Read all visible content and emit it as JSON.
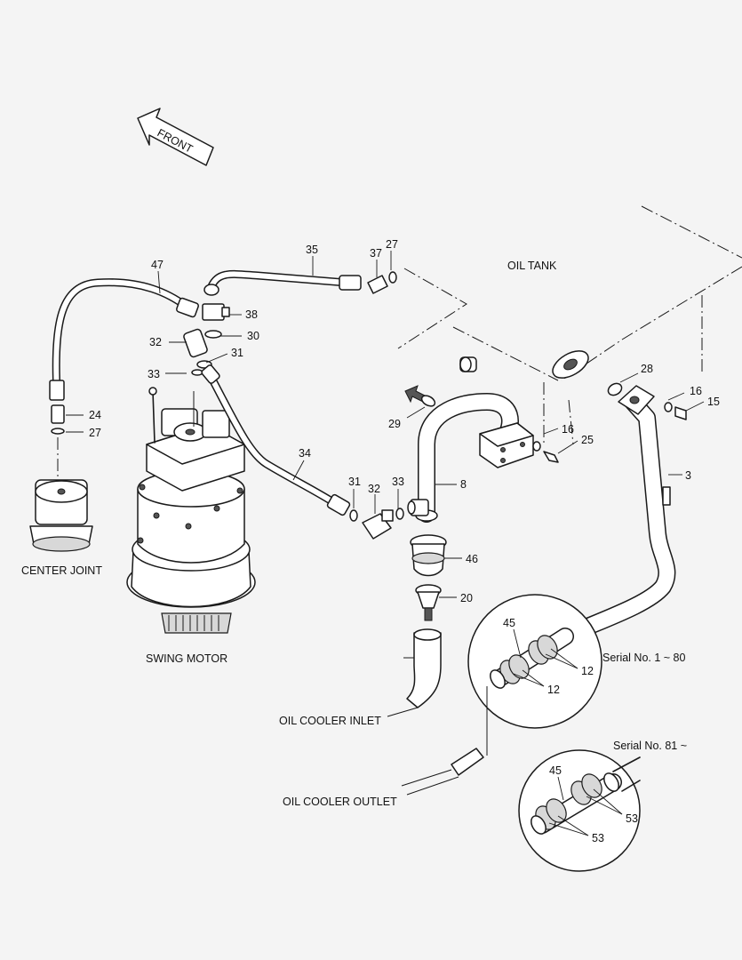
{
  "front_label": "FRONT",
  "labels": {
    "oil_tank": "OIL TANK",
    "center_joint": "CENTER JOINT",
    "swing_motor": "SWING MOTOR",
    "oil_cooler_inlet": "OIL COOLER INLET",
    "oil_cooler_outlet": "OIL COOLER OUTLET",
    "serial_1": "Serial No. 1 ~ 80",
    "serial_2": "Serial No. 81 ~"
  },
  "callouts": {
    "p47": "47",
    "p35": "35",
    "p37": "37",
    "p27a": "27",
    "p38": "38",
    "p32a": "32",
    "p30": "30",
    "p31a": "31",
    "p33a": "33",
    "p24": "24",
    "p27b": "27",
    "p34": "34",
    "p31b": "31",
    "p32b": "32",
    "p33b": "33",
    "p8": "8",
    "p29": "29",
    "p16a": "16",
    "p25": "25",
    "p28": "28",
    "p16b": "16",
    "p15": "15",
    "p3": "3",
    "p46": "46",
    "p20": "20",
    "p45a": "45",
    "p12a": "12",
    "p12b": "12",
    "p45b": "45",
    "p53a": "53",
    "p53b": "53"
  }
}
